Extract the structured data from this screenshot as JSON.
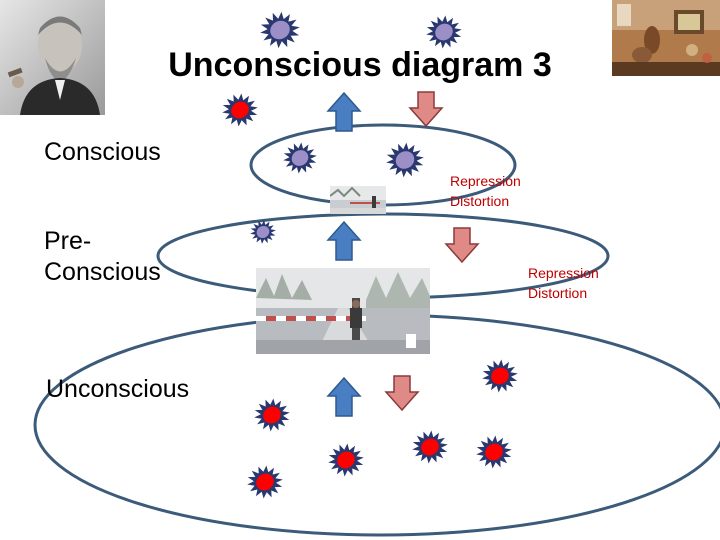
{
  "title": "Unconscious diagram 3",
  "labels": {
    "conscious": "Conscious",
    "preconscious": "Pre-\nConscious",
    "preconscious_line1": "Pre-",
    "preconscious_line2": "Conscious",
    "unconscious": "Unconscious"
  },
  "annotations": [
    {
      "line1": "Repression",
      "line2": "Distortion"
    },
    {
      "line1": "Repression",
      "line2": "Distortion"
    }
  ],
  "colors": {
    "ellipse_stroke": "#3c5a7a",
    "arrow_up": "#4a7ec2",
    "arrow_down": "#e08a88",
    "star_purple": "#9c8fc8",
    "star_red": "#ff0000",
    "star_spike": "#2a3870"
  },
  "icons": {
    "portrait": "freud-portrait",
    "room": "study-room-photo",
    "border_small": "border-crossing-photo-small",
    "border_large": "border-crossing-photo-large"
  }
}
